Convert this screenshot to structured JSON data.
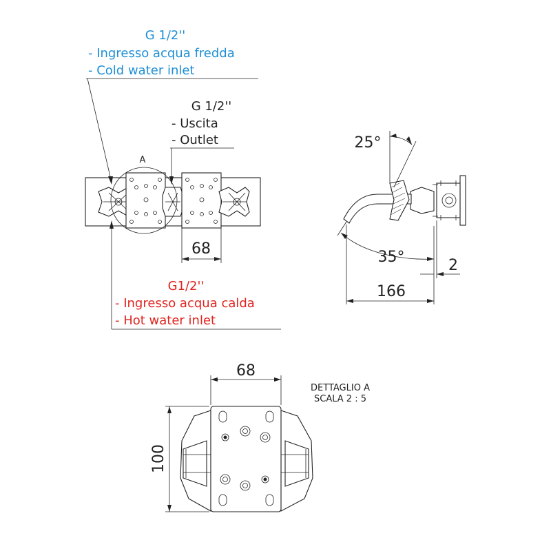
{
  "colors": {
    "cold": "#1f8fd6",
    "hot": "#e0231e",
    "ink": "#222222"
  },
  "cold_inlet": {
    "thread": "G 1/2''",
    "line_it": "- Ingresso acqua fredda",
    "line_en": "- Cold water inlet"
  },
  "outlet": {
    "thread": "G 1/2''",
    "line_it": "- Uscita",
    "line_en": "- Outlet"
  },
  "hot_inlet": {
    "thread": "G1/2''",
    "line_it": "- Ingresso acqua calda",
    "line_en": "- Hot water inlet"
  },
  "detail_marker": "A",
  "front_view": {
    "plate_width": "68"
  },
  "side_view": {
    "angle_top": "25°",
    "angle_bottom": "35°",
    "offset": "2",
    "projection": "166"
  },
  "detail": {
    "title": "DETTAGLIO A",
    "scale": "SCALA 2 : 5",
    "width": "68",
    "height": "100"
  }
}
